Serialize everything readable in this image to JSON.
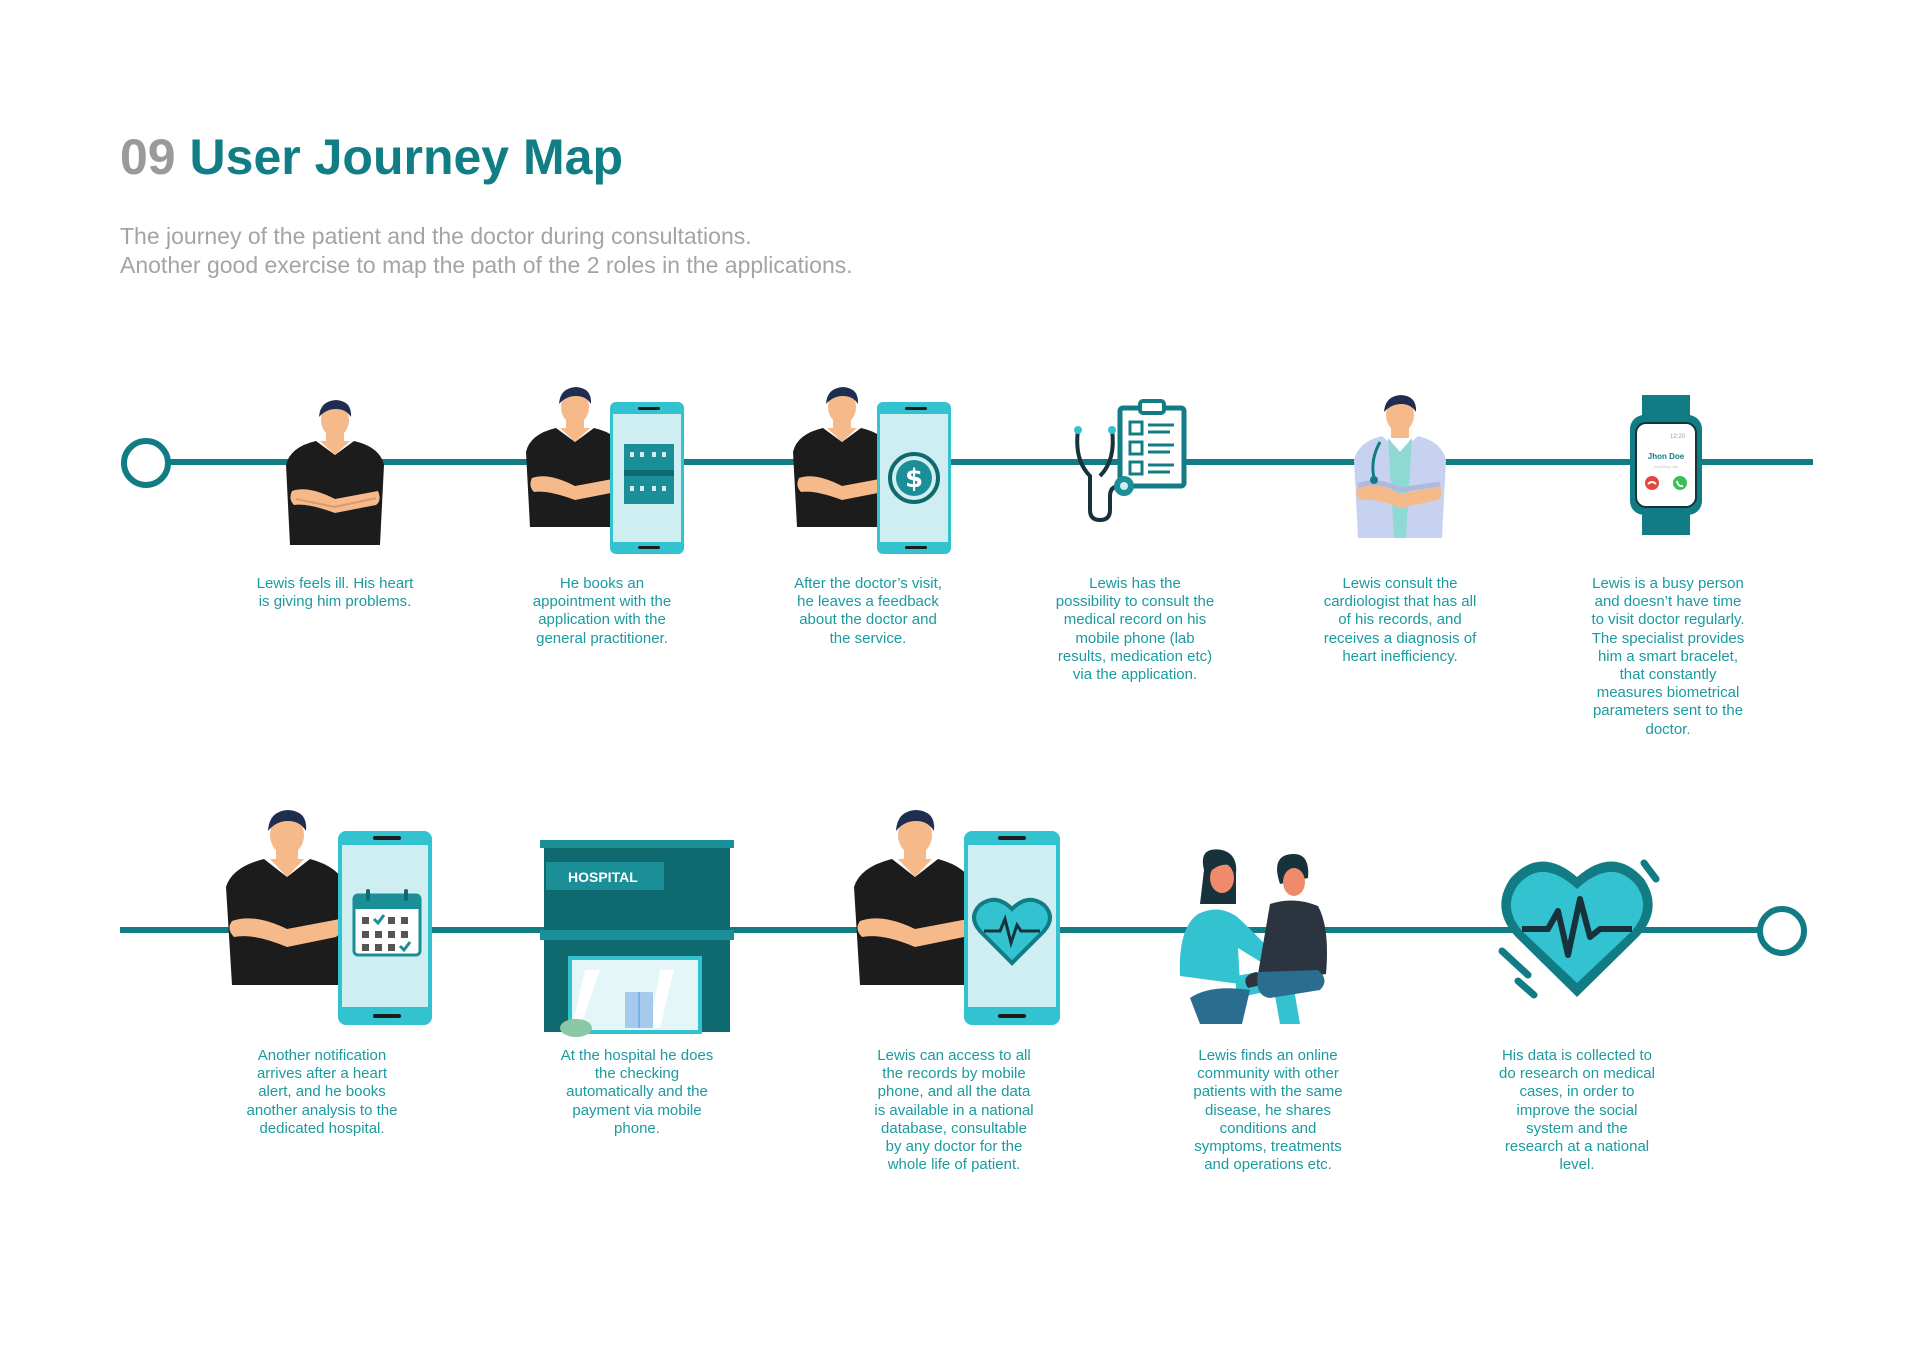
{
  "header": {
    "number": "09",
    "title": "User Journey Map",
    "subtitle_lines": [
      "The journey of the patient and the doctor during consultations.",
      "Another good exercise to map the path of the 2 roles in the applications."
    ]
  },
  "colors": {
    "line": "#127c84",
    "accent": "#1b9aa0",
    "screen": "#cfeef2",
    "phone_frame": "#33c3d0",
    "dark_teal": "#0f6a70",
    "shirt": "#1c1c1c",
    "hair": "#1f2d50",
    "skin": "#f6b98a"
  },
  "steps": [
    {
      "id": 1,
      "icon": "patient-icon",
      "caption": "Lewis feels ill. His heart is giving him problems."
    },
    {
      "id": 2,
      "icon": "patient-with-phone-calendar-icon",
      "caption": "He books an appointment with the application with the general practitioner."
    },
    {
      "id": 3,
      "icon": "patient-with-phone-payment-icon",
      "caption": "After the doctor’s visit, he leaves a feedback about the doctor and the service."
    },
    {
      "id": 4,
      "icon": "stethoscope-medical-record-icon",
      "caption": "Lewis has the possibility to consult the medical record on his mobile phone (lab results, medication etc) via the application."
    },
    {
      "id": 5,
      "icon": "cardiologist-icon",
      "caption": "Lewis consult the cardiologist that has all of his records, and receives a diagnosis of heart inefficiency."
    },
    {
      "id": 6,
      "icon": "smartwatch-icon",
      "caption": "Lewis is a busy person and doesn’t have time to visit doctor regularly. The specialist provides him a smart bracelet, that constantly measures biometrical parameters sent to the doctor."
    },
    {
      "id": 7,
      "icon": "patient-with-phone-calendar-check-icon",
      "caption": "Another notification arrives after a heart alert, and he books another analysis to the dedicated hospital."
    },
    {
      "id": 8,
      "icon": "hospital-building-icon",
      "caption": "At the hospital he does the checking automatically and the payment via mobile phone."
    },
    {
      "id": 9,
      "icon": "patient-with-phone-heart-icon",
      "caption": "Lewis can access to all the records by mobile phone, and all the data is available in a national database, consultable by any doctor for the whole life of patient."
    },
    {
      "id": 10,
      "icon": "online-community-icon",
      "caption": "Lewis finds an online community with other patients with the same disease, he shares conditions and symptoms, treatments and operations etc."
    },
    {
      "id": 11,
      "icon": "heart-pulse-icon",
      "caption": "His data is collected to do research on medical cases, in order to improve the social system and the research at a national level."
    }
  ],
  "watch": {
    "time": "12:20",
    "name": "Jhon Doe",
    "subtitle": "Incoming call"
  },
  "hospital": {
    "sign": "HOSPITAL"
  }
}
